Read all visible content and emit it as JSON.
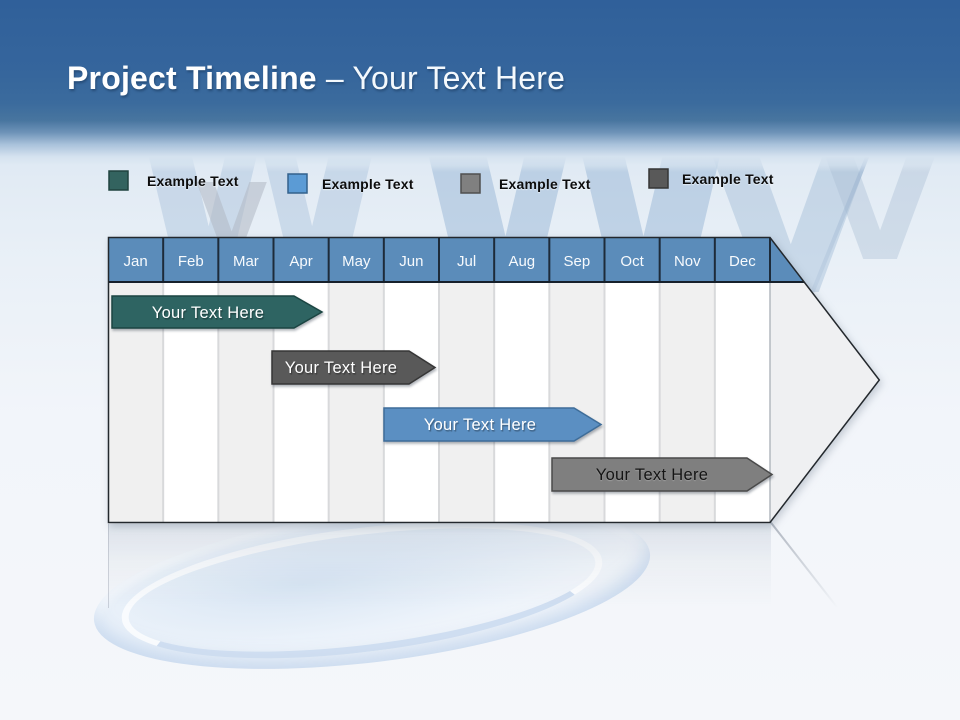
{
  "title": {
    "main": "Project Timeline",
    "sub": "– Your Text Here"
  },
  "legend": {
    "items": [
      {
        "label": "Example Text",
        "color": "#33635F",
        "border": "#1F433F"
      },
      {
        "label": "Example Text",
        "color": "#5B9BD5",
        "border": "#33618C"
      },
      {
        "label": "Example Text",
        "color": "#808080",
        "border": "#4F4F4F"
      },
      {
        "label": "Example Text",
        "color": "#595959",
        "border": "#353535"
      }
    ]
  },
  "timeline": {
    "header_color": "#5B8CBA",
    "months": [
      "Jan",
      "Feb",
      "Mar",
      "Apr",
      "May",
      "Jun",
      "Jul",
      "Aug",
      "Sep",
      "Oct",
      "Nov",
      "Dec"
    ],
    "bars": [
      {
        "label": "Your Text Here",
        "color": "#2E6462",
        "border": "#1B4542",
        "text_color": "#FFFFFF",
        "span": "Jan – Apr",
        "row": 1
      },
      {
        "label": "Your Text Here",
        "color": "#595959",
        "border": "#363636",
        "text_color": "#FFFFFF",
        "span": "Apr – Jun",
        "row": 2
      },
      {
        "label": "Your Text Here",
        "color": "#5B8FC2",
        "border": "#3E6D99",
        "text_color": "#FFFFFF",
        "span": "Jun – Sep",
        "row": 3
      },
      {
        "label": "Your Text Here",
        "color": "#7F7F7F",
        "border": "#4A4A4A",
        "text_color": "#141414",
        "span": "Sep – Dec",
        "row": 4
      }
    ]
  }
}
